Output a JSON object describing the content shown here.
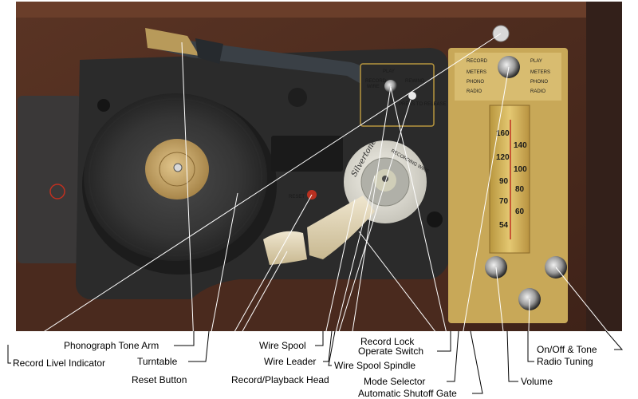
{
  "labels": {
    "phonograph_tone_arm": "Phonograph Tone Arm",
    "turntable": "Turntable",
    "reset_button": "Reset Button",
    "record_level_indicator": "Record Livel Indicator",
    "record_playback_head": "Record/Playback Head",
    "wire_spool": "Wire Spool",
    "wire_leader": "Wire Leader",
    "record_lock": "Record Lock",
    "operate_switch": "Operate Switch",
    "wire_spool_spindle": "Wire Spool Spindle",
    "mode_selector": "Mode Selector",
    "automatic_shutoff_gate": "Automatic Shutoff Gate",
    "volume": "Volume",
    "on_off_tone": "On/Off & Tone",
    "radio_tuning": "Radio Tuning"
  },
  "panel": {
    "reset_text": "RESET",
    "play_text": "PLAY",
    "record_text": "RECORD",
    "wire_text": "WIRE",
    "rewind_text": "REWIND",
    "press_text": "PRESS TO RELEASE",
    "spool_brand": "Silvertone",
    "spool_text": "RECORDING WIRE"
  },
  "radio": {
    "header_left": "RECORD",
    "header_right": "PLAY",
    "band_rows": [
      "METERS",
      "PHONO",
      "RADIO"
    ],
    "dial_left": [
      "160",
      "120",
      "90",
      "70",
      "54"
    ],
    "dial_right": [
      "140",
      "100",
      "80",
      "60"
    ]
  }
}
